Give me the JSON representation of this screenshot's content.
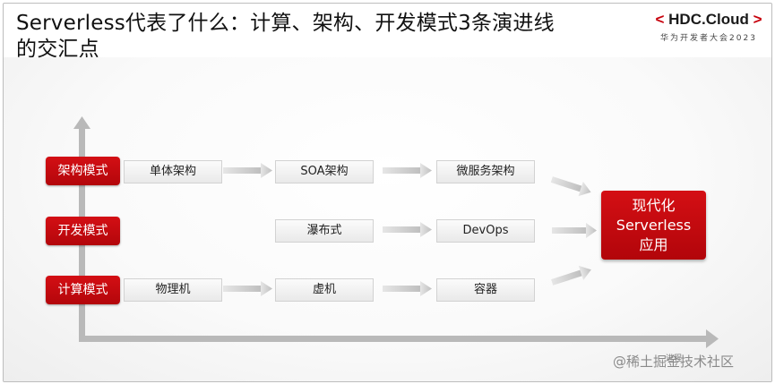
{
  "slide": {
    "title": "Serverless代表了什么：计算、架构、开发模式3条演进线\n的交汇点",
    "logo": {
      "brand_open": "<",
      "brand_text": "HDC.Cloud",
      "brand_close": ">",
      "subtitle": "华为开发者大会2023"
    },
    "x_axis_label": "进程",
    "watermark": "@稀土掘金技术社区",
    "accent_color": "#c7000b"
  },
  "rows": [
    {
      "category": "架构模式",
      "stages": [
        "单体架构",
        "SOA架构",
        "微服务架构"
      ]
    },
    {
      "category": "开发模式",
      "stages": [
        "",
        "瀑布式",
        "DevOps"
      ]
    },
    {
      "category": "计算模式",
      "stages": [
        "物理机",
        "虚机",
        "容器"
      ]
    }
  ],
  "result": "现代化\nServerless\n应用"
}
